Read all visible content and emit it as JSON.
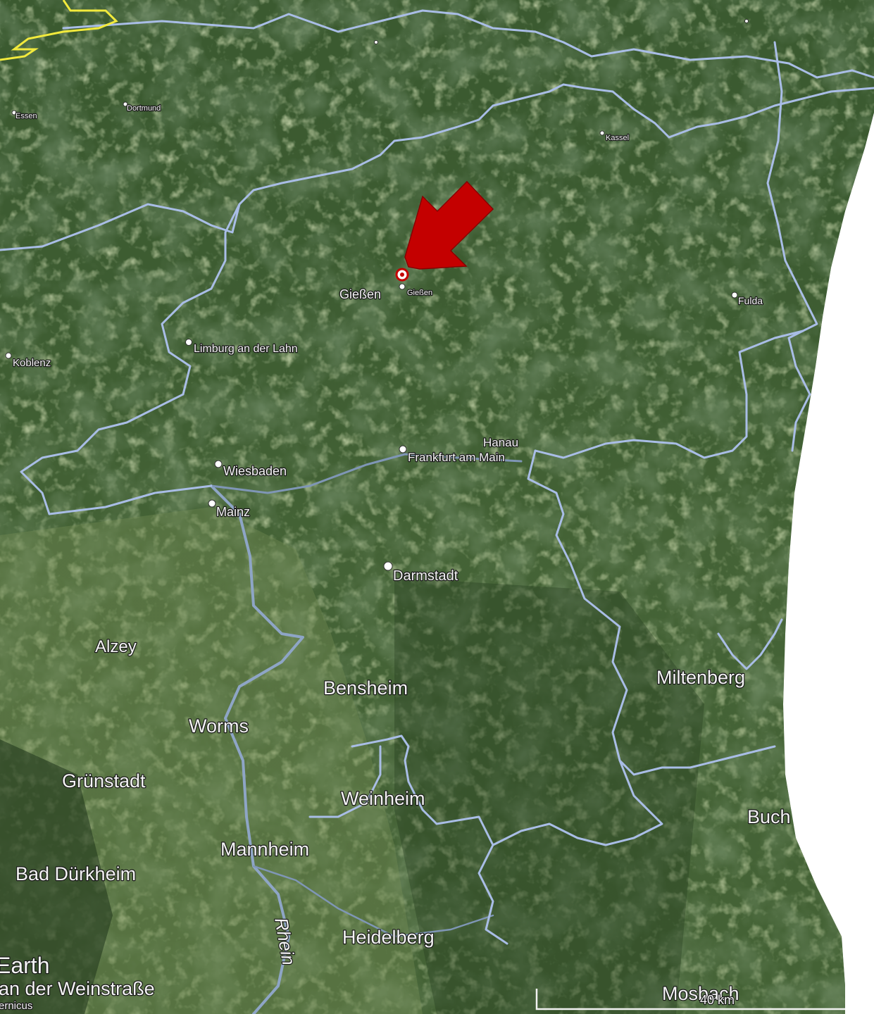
{
  "map": {
    "type": "satellite",
    "colors": {
      "terrain_dark": "#20361c",
      "terrain_mid": "#3d5d31",
      "terrain_light": "#6f8a50",
      "border": "#a9bde6",
      "national_border": "#f2ea3c",
      "marker_arrow": "#c40000",
      "river": "#8fa6c8",
      "background": "#ffffff"
    },
    "icons": {
      "marker": "location-pin-icon",
      "arrow": "red-arrow-icon",
      "city_dot": "city-dot-icon"
    }
  },
  "places": {
    "essen": "Essen",
    "dortmund": "Dortmund",
    "kassel": "Kassel",
    "giessen_bold": "Gießen",
    "giessen_small": "Gießen",
    "fulda": "Fulda",
    "koblenz": "Koblenz",
    "limburg": "Limburg an der Lahn",
    "hanau": "Hanau",
    "frankfurt": "Frankfurt am Main",
    "wiesbaden": "Wiesbaden",
    "mainz": "Mainz",
    "darmstadt": "Darmstadt",
    "alzey": "Alzey",
    "bensheim": "Bensheim",
    "miltenberg": "Miltenberg",
    "worms": "Worms",
    "gruenstadt": "Grünstadt",
    "weinheim": "Weinheim",
    "buchen": "Buch",
    "mannheim": "Mannheim",
    "bad_duerkheim": "Bad Dürkheim",
    "heidelberg": "Heidelberg",
    "rhein": "Rhein",
    "mosbach": "Mosbach"
  },
  "watermark": {
    "earth": "Earth",
    "weinstrasse": "an der Weinstraße",
    "copernicus": "ernicus"
  },
  "scale": {
    "label": "40 km"
  }
}
